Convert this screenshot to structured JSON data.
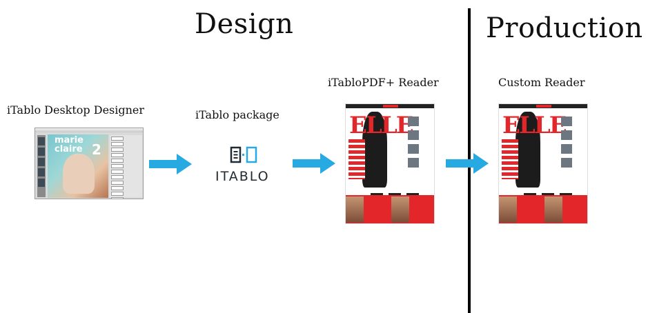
{
  "sections": {
    "design": "Design",
    "production": "Production"
  },
  "stages": [
    {
      "label": "iTablo Desktop Designer"
    },
    {
      "label": "iTablo package",
      "logo_text": "ITABLO"
    },
    {
      "label": "iTabloPDF+ Reader"
    },
    {
      "label": "Custom Reader"
    }
  ],
  "app_thumbnail": {
    "masthead": "marie claire",
    "issue_number": "2"
  },
  "colors": {
    "arrow": "#27aae1",
    "divider": "#000000",
    "brand_red": "#e3262a"
  }
}
